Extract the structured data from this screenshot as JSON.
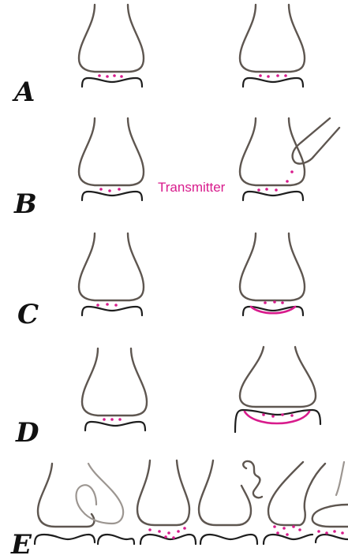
{
  "rows": [
    {
      "letter": "A"
    },
    {
      "letter": "B",
      "annotation": "Transmitter"
    },
    {
      "letter": "C"
    },
    {
      "letter": "D"
    },
    {
      "letter": "E"
    }
  ],
  "colors": {
    "transmitter": "#d81b8c",
    "terminal_outline": "#5e5650",
    "postsynaptic": "#1e1e1e",
    "background": "#ffffff"
  }
}
